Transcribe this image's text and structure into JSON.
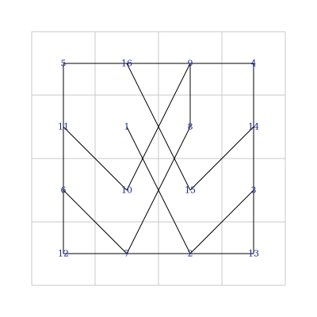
{
  "diagram": {
    "grid": {
      "rows": 4,
      "cols": 4
    },
    "nodes": [
      {
        "label": "5",
        "col": 0,
        "row": 0
      },
      {
        "label": "16",
        "col": 1,
        "row": 0
      },
      {
        "label": "9",
        "col": 2,
        "row": 0
      },
      {
        "label": "4",
        "col": 3,
        "row": 0
      },
      {
        "label": "11",
        "col": 0,
        "row": 1
      },
      {
        "label": "1",
        "col": 1,
        "row": 1
      },
      {
        "label": "8",
        "col": 2,
        "row": 1
      },
      {
        "label": "14",
        "col": 3,
        "row": 1
      },
      {
        "label": "6",
        "col": 0,
        "row": 2
      },
      {
        "label": "10",
        "col": 1,
        "row": 2
      },
      {
        "label": "15",
        "col": 2,
        "row": 2
      },
      {
        "label": "3",
        "col": 3,
        "row": 2
      },
      {
        "label": "12",
        "col": 0,
        "row": 3
      },
      {
        "label": "7",
        "col": 1,
        "row": 3
      },
      {
        "label": "2",
        "col": 2,
        "row": 3
      },
      {
        "label": "13",
        "col": 3,
        "row": 3
      }
    ],
    "path": [
      "1",
      "2",
      "3",
      "4",
      "5",
      "6",
      "7",
      "8",
      "9",
      "10",
      "11",
      "12",
      "13",
      "14",
      "15",
      "16",
      "9"
    ],
    "colors": {
      "label": "#1a2a9c",
      "edge": "#000000",
      "grid": "#c8c8c8"
    }
  }
}
